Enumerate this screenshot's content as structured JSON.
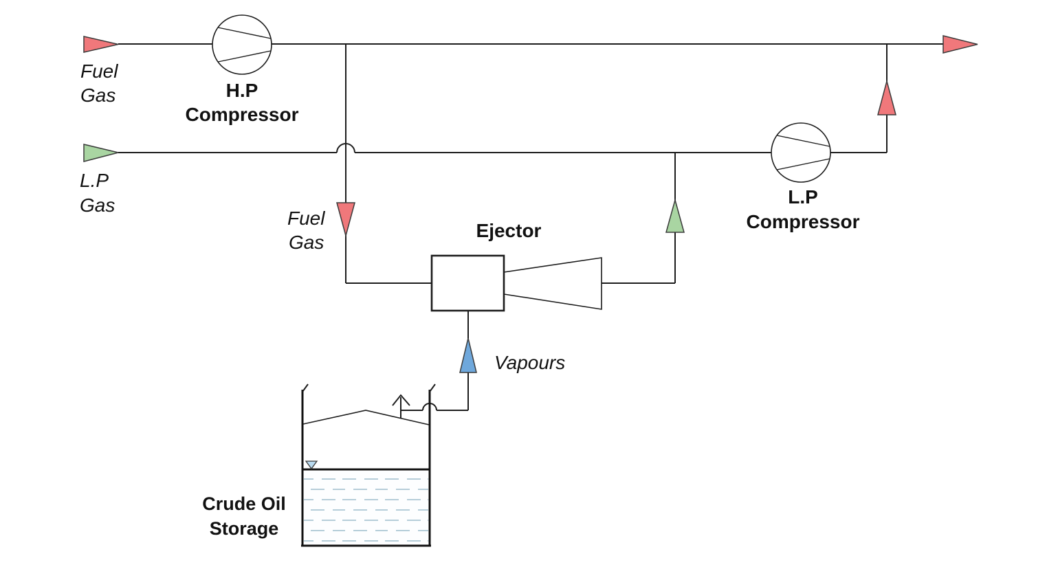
{
  "colors": {
    "line": "#1c1c1c",
    "fuel_gas_arrow": "#f0787b",
    "lp_gas_arrow": "#a9d5a2",
    "vapour_arrow": "#6fa8dc",
    "level_marker": "#b8d9ee",
    "liquid_dash": "#b5cdd9",
    "liquid_fill": "#fdfeff"
  },
  "labels": {
    "fuel_gas_inlet": {
      "line1": "Fuel",
      "line2": "Gas"
    },
    "hp_compressor": {
      "line1": "H.P",
      "line2": "Compressor"
    },
    "lp_gas_inlet": {
      "line1": "L.P",
      "line2": "Gas"
    },
    "fuel_gas_branch": {
      "line1": "Fuel",
      "line2": "Gas"
    },
    "ejector": "Ejector",
    "lp_compressor": {
      "line1": "L.P",
      "line2": "Compressor"
    },
    "vapours": "Vapours",
    "crude_oil_storage": {
      "line1": "Crude Oil",
      "line2": "Storage"
    }
  },
  "equipment": [
    {
      "id": "hp-compressor",
      "label": "H.P Compressor",
      "symbol": "centrifugal-compressor-circle"
    },
    {
      "id": "lp-compressor",
      "label": "L.P Compressor",
      "symbol": "centrifugal-compressor-circle"
    },
    {
      "id": "ejector",
      "label": "Ejector",
      "symbol": "ejector-box-with-diffuser"
    },
    {
      "id": "crude-oil-storage",
      "label": "Crude Oil Storage",
      "symbol": "open-top-tank-with-roof-vent-and-liquid"
    }
  ],
  "flow_arrows": [
    {
      "id": "fuel-gas-inlet",
      "direction": "right",
      "color": "#f0787b"
    },
    {
      "id": "fuel-gas-outlet",
      "direction": "right",
      "color": "#f0787b"
    },
    {
      "id": "fuel-gas-branch-down",
      "direction": "down",
      "color": "#f0787b"
    },
    {
      "id": "lp-compressor-discharge-up",
      "direction": "up",
      "color": "#f0787b"
    },
    {
      "id": "lp-gas-inlet",
      "direction": "right",
      "color": "#a9d5a2"
    },
    {
      "id": "ejector-discharge-up",
      "direction": "up",
      "color": "#a9d5a2"
    },
    {
      "id": "vapours-up",
      "direction": "up",
      "color": "#6fa8dc"
    }
  ]
}
